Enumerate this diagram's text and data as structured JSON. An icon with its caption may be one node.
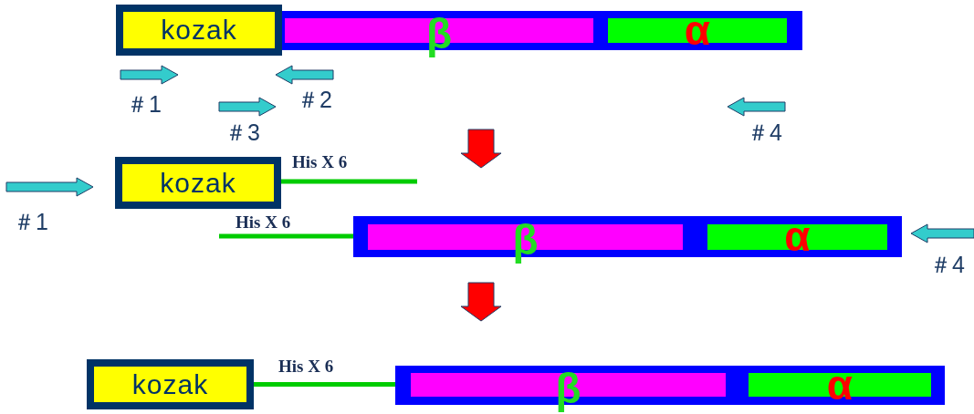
{
  "diagram": {
    "nodes": [
      {
        "text": [
          "kozak"
        ]
      },
      {
        "text": [],
        "shape": "bar"
      },
      {
        "text": [
          "β"
        ],
        "in": 1
      },
      {
        "text": [
          "α"
        ],
        "in": 1
      },
      {
        "text": [
          "kozak"
        ]
      },
      {
        "text": [],
        "shape": "bar"
      },
      {
        "text": [
          "β"
        ],
        "in": 5
      },
      {
        "text": [
          "α"
        ],
        "in": 5
      },
      {
        "text": [
          "kozak"
        ]
      },
      {
        "text": [],
        "shape": "bar"
      },
      {
        "text": [
          "β"
        ],
        "in": 9
      },
      {
        "text": [
          "α"
        ],
        "in": 9
      }
    ],
    "edges": [
      {
        "from": 4,
        "to": null,
        "arrow": "none",
        "label": "His X 6"
      },
      {
        "from": null,
        "to": 5,
        "arrow": "none",
        "label": "His X 6"
      },
      {
        "from": 8,
        "to": 9,
        "arrow": "none",
        "label": "His X 6"
      }
    ],
    "labels": [
      "＃1",
      "＃2",
      "＃3",
      "＃4",
      "＃1",
      "＃4"
    ]
  }
}
